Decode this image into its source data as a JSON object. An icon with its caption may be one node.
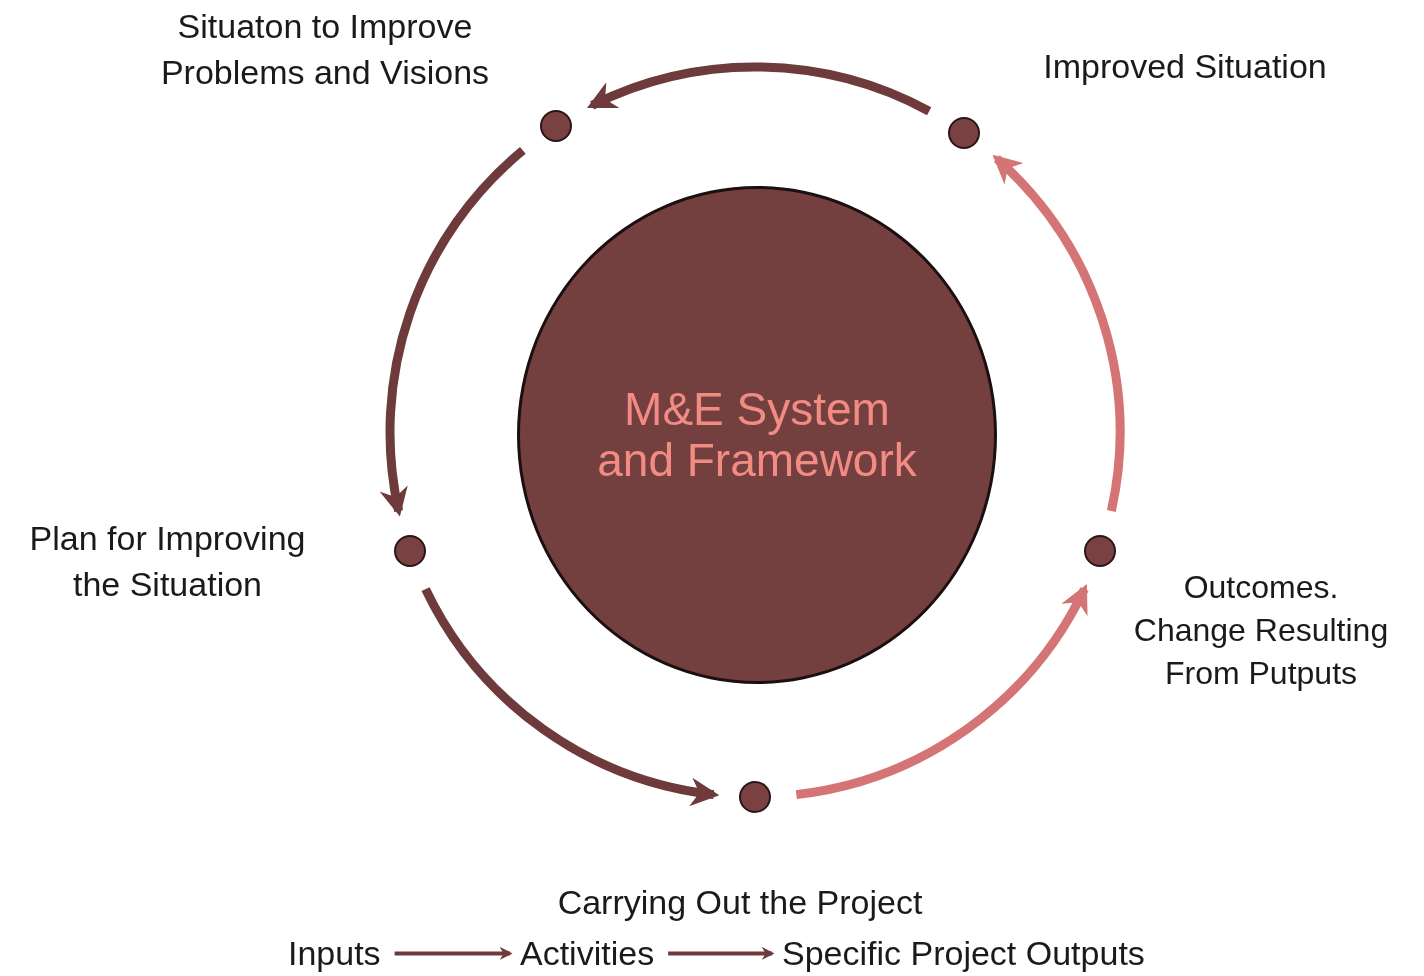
{
  "diagram": {
    "nodes": [
      {
        "text": [
          "M&E System and Framework"
        ]
      },
      {
        "text": [],
        "shape": "circle",
        "beside": [
          "Situaton to Improve Problems and Visions"
        ]
      },
      {
        "text": [],
        "shape": "circle",
        "beside": [
          "Plan for Improving the Situation"
        ]
      },
      {
        "text": [],
        "shape": "circle"
      },
      {
        "text": [],
        "shape": "circle",
        "beside": [
          "Outcomes. Change Resulting From Putputs"
        ]
      },
      {
        "text": [],
        "shape": "circle",
        "beside": [
          "Improved Situation"
        ]
      },
      {
        "text": [
          "Inputs"
        ]
      },
      {
        "text": [
          "Activities"
        ]
      },
      {
        "text": [
          "Specific Project Outputs"
        ]
      }
    ],
    "edges": [
      {
        "from": 5,
        "to": 1,
        "arrow": "to"
      },
      {
        "from": 1,
        "to": 2,
        "arrow": "to"
      },
      {
        "from": 2,
        "to": 3,
        "arrow": "to"
      },
      {
        "from": 3,
        "to": 4,
        "arrow": "to",
        "color": "#d47474"
      },
      {
        "from": 4,
        "to": 5,
        "arrow": "to",
        "color": "#d47474"
      },
      {
        "from": 6,
        "to": 7,
        "arrow": "to"
      },
      {
        "from": 7,
        "to": 8,
        "arrow": "to"
      }
    ],
    "labels": [
      "Carrying Out the Project"
    ]
  }
}
